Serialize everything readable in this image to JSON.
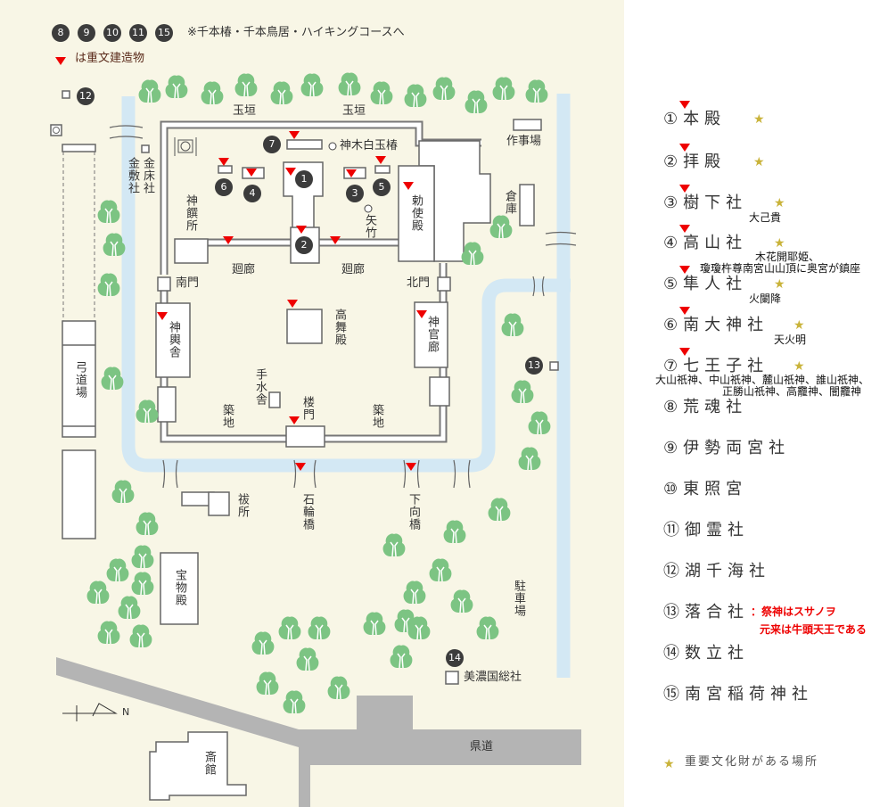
{
  "header": {
    "markers": [
      "8",
      "9",
      "10",
      "11",
      "15"
    ],
    "note": "※千本椿・千本鳥居・ハイキングコースへ",
    "legend_triangle": "は重文建造物"
  },
  "map": {
    "tamagaki": "玉垣",
    "sakujiba": "作事場",
    "shinboku": "神木白玉椿",
    "kinshosha": "金床社",
    "kanashikisha": "金敷社",
    "shinsenjo": "神饌所",
    "yatake": "矢竹",
    "chokushiden": "勅使殿",
    "soko": "倉庫",
    "kairo": "廻廊",
    "nanmon": "南門",
    "hokumon": "北門",
    "shinyosha": "神輿舎",
    "komaiden": "高舞殿",
    "shinkanro": "神官廊",
    "temizusha": "手水舎",
    "romon": "楼門",
    "tsuiji": "築地",
    "kyudojo": "弓道場",
    "haraido": "祓所",
    "ishiwabashi": "石輪橋",
    "gekobashi": "下向橋",
    "homotsuden": "宝物殿",
    "chushajo": "駐車場",
    "minokuni": "美濃国総社",
    "kendo": "県道",
    "saikan": "斎館",
    "north": "N",
    "markers": [
      "1",
      "2",
      "3",
      "4",
      "5",
      "6",
      "7",
      "12",
      "13",
      "14"
    ]
  },
  "legend": {
    "items": [
      {
        "label": "①本殿",
        "star": true,
        "tri": true
      },
      {
        "label": "②拝殿",
        "star": true,
        "tri": true
      },
      {
        "label": "③樹下社",
        "star": true,
        "tri": true,
        "note": "大己貴"
      },
      {
        "label": "④高山社",
        "star": true,
        "tri": true,
        "note": "木花開耶姫、",
        "note2": "瓊瓊杵尊南宮山山頂に奥宮が鎮座"
      },
      {
        "label": "⑤隼人社",
        "star": true,
        "tri": true,
        "note": "火闌降"
      },
      {
        "label": "⑥南大神社",
        "star": true,
        "tri": true,
        "note": "天火明"
      },
      {
        "label": "⑦七王子社",
        "star": true,
        "tri": true,
        "note": "大山祇神、中山祇神、麓山祇神、誰山祇神、",
        "note2": "正勝山祇神、高龗神、闇龗神"
      },
      {
        "label": "⑧荒魂社"
      },
      {
        "label": "⑨伊勢両宮社"
      },
      {
        "label": "⑩東照宮"
      },
      {
        "label": "⑪御霊社"
      },
      {
        "label": "⑫湖千海社"
      },
      {
        "label": "⑬落合社",
        "red": "：祭神はスサノヲ",
        "red2": "元来は牛頭天王である"
      },
      {
        "label": "⑭数立社"
      },
      {
        "label": "⑮南宮稲荷神社"
      }
    ],
    "footer": "重要文化財がある場所",
    "star_symbol": "★"
  },
  "colors": {
    "water": "#d3e8f4",
    "tree": "#7cc483",
    "road": "#b4b4b4",
    "marker": "#3c3c3c",
    "triangle": "#e00000",
    "star": "#c9b33a"
  }
}
